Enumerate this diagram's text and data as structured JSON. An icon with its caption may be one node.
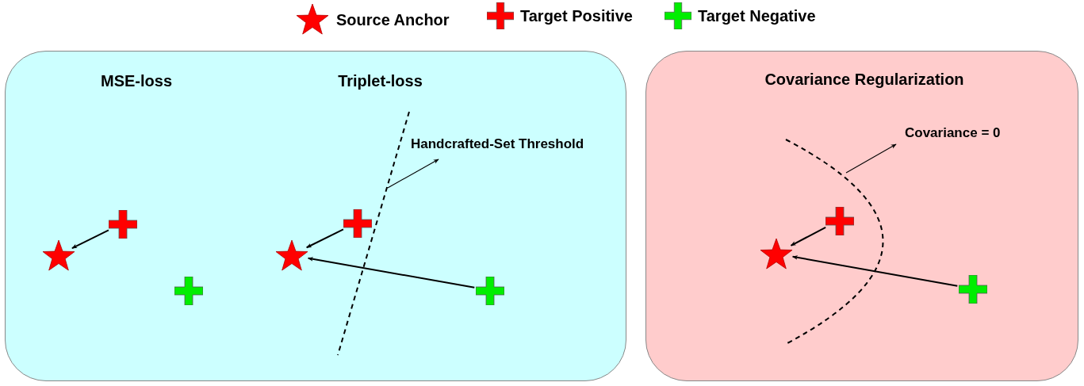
{
  "diagram": {
    "nodes": [
      {
        "text": [
          "MSE-loss",
          "Triplet-loss"
        ]
      },
      {
        "text": [
          "Covariance Regularization"
        ]
      },
      {
        "text": [],
        "shape": "star",
        "in": 0
      },
      {
        "text": [],
        "shape": "cross",
        "in": 0
      },
      {
        "text": [],
        "shape": "cross",
        "in": 0
      },
      {
        "text": [],
        "shape": "star",
        "in": 0
      },
      {
        "text": [],
        "shape": "cross",
        "in": 0
      },
      {
        "text": [],
        "shape": "cross",
        "in": 0
      },
      {
        "text": [
          "Handcrafted-Set Threshold"
        ],
        "in": 0
      },
      {
        "text": [],
        "shape": "star",
        "in": 1
      },
      {
        "text": [],
        "shape": "cross",
        "in": 1
      },
      {
        "text": [],
        "shape": "cross",
        "in": 1
      },
      {
        "text": [
          "Covariance = 0"
        ],
        "in": 1
      }
    ],
    "edges": [
      {
        "from": 3,
        "to": 2,
        "arrow": "to"
      },
      {
        "from": 6,
        "to": 5,
        "arrow": "to"
      },
      {
        "from": 7,
        "to": 5,
        "arrow": "to"
      },
      {
        "from": null,
        "to": 8,
        "arrow": "to"
      },
      {
        "from": 10,
        "to": 9,
        "arrow": "to"
      },
      {
        "from": 11,
        "to": 9,
        "arrow": "to"
      },
      {
        "from": null,
        "to": 12,
        "arrow": "to"
      }
    ],
    "legend": [
      {
        "text": "Source Anchor"
      },
      {
        "text": "Target Positive"
      },
      {
        "text": "Target Negative"
      }
    ]
  }
}
